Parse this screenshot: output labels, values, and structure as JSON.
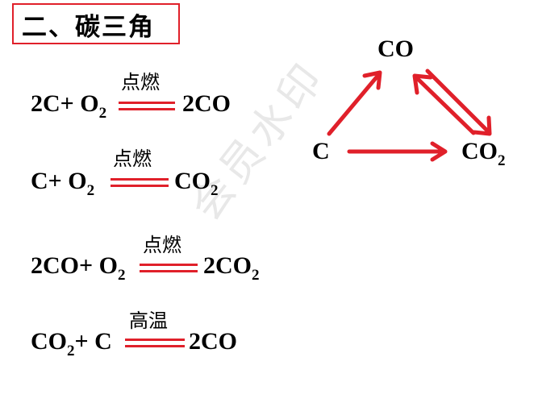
{
  "title": "二、碳三角",
  "watermark": "会员水印",
  "colors": {
    "accent": "#e0202a",
    "text": "#000000"
  },
  "equations": [
    {
      "reactants": {
        "a": "2C+ O",
        "a_sub": "2"
      },
      "condition": "点燃",
      "products": {
        "a": "2CO",
        "a_sub": ""
      }
    },
    {
      "reactants": {
        "a": "C+ O",
        "a_sub": "2"
      },
      "condition": "点燃",
      "products": {
        "a": "CO",
        "a_sub": "2"
      }
    },
    {
      "reactants": {
        "a": "2CO+ O",
        "a_sub": "2"
      },
      "condition": "点燃",
      "products": {
        "a": "2CO",
        "a_sub": "2"
      }
    },
    {
      "reactants": {
        "a": "CO",
        "a_sub": "2",
        "b": "+ C"
      },
      "condition": "高温",
      "products": {
        "a": "2CO",
        "a_sub": ""
      }
    }
  ],
  "triangle": {
    "nodes": {
      "top": {
        "label": "CO",
        "sub": ""
      },
      "left": {
        "label": "C",
        "sub": ""
      },
      "right": {
        "label": "CO",
        "sub": "2"
      }
    },
    "arrows": [
      {
        "from": "C",
        "to": "CO"
      },
      {
        "from": "C",
        "to": "CO2"
      },
      {
        "from": "CO",
        "to": "CO2"
      },
      {
        "from": "CO2",
        "to": "CO"
      }
    ]
  }
}
